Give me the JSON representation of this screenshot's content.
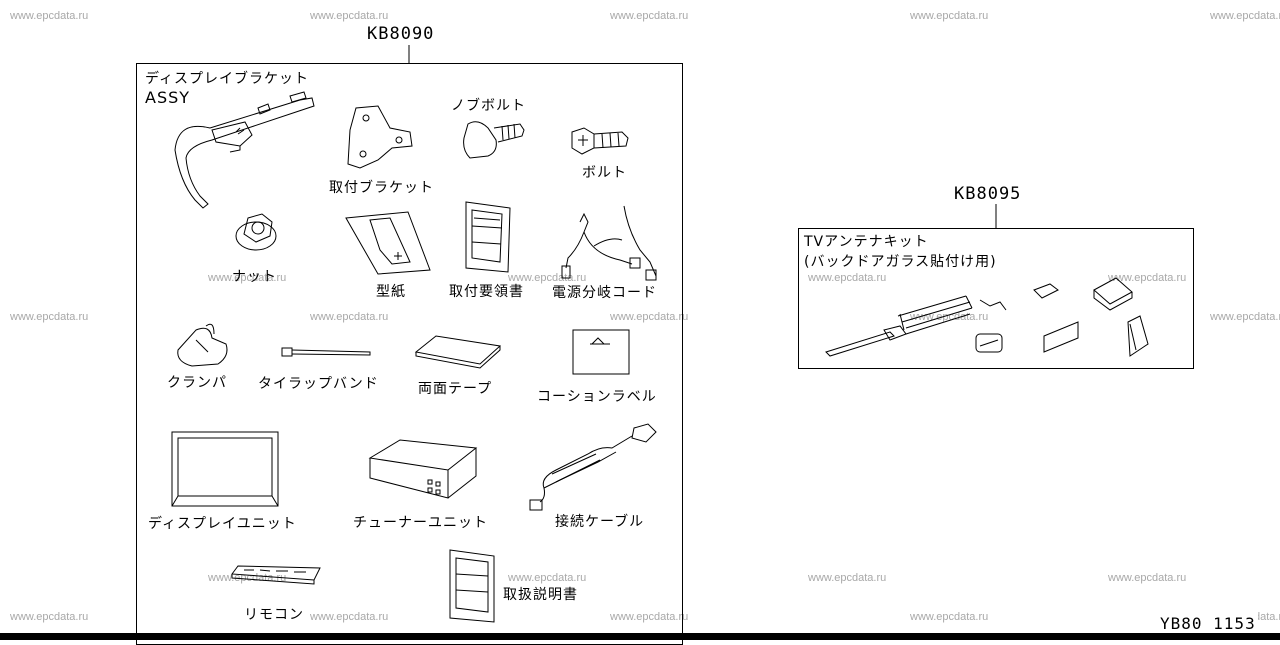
{
  "watermark": "www.epcdata.ru",
  "kits": [
    {
      "code": "KB8090",
      "parts": {
        "display_bracket": "ディスプレイブラケット",
        "assy": "ASSY",
        "knob_bolt": "ノブボルト",
        "mount_bracket": "取付ブラケット",
        "bolt": "ボルト",
        "nut": "ナット",
        "template": "型紙",
        "install_guide": "取付要領書",
        "power_harness": "電源分岐コード",
        "clamp": "クランパ",
        "tie_band": "タイラップバンド",
        "double_tape": "両面テープ",
        "caution_label": "コーションラベル",
        "display_unit": "ディスプレイユニット",
        "tuner_unit": "チューナーユニット",
        "connect_cable": "接続ケーブル",
        "remote": "リモコン",
        "manual": "取扱説明書"
      }
    },
    {
      "code": "KB8095",
      "title_line1": "TVアンテナキット",
      "title_line2": "(バックドアガラス貼付け用)"
    }
  ],
  "page_number": "YB80 1153"
}
